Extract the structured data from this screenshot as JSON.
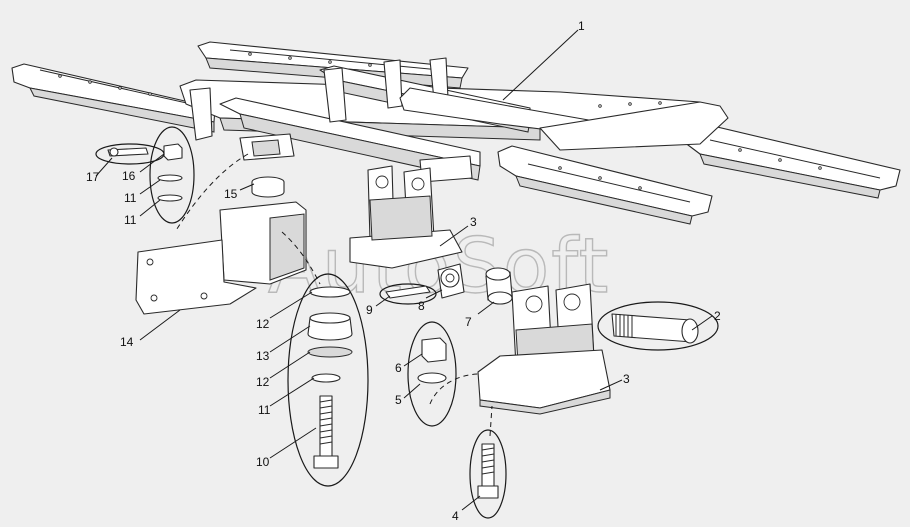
{
  "watermark": "AutoSoft",
  "callouts": [
    {
      "id": "c1",
      "text": "1"
    },
    {
      "id": "c2",
      "text": "2"
    },
    {
      "id": "c3a",
      "text": "3"
    },
    {
      "id": "c3b",
      "text": "3"
    },
    {
      "id": "c4",
      "text": "4"
    },
    {
      "id": "c5",
      "text": "5"
    },
    {
      "id": "c6",
      "text": "6"
    },
    {
      "id": "c7",
      "text": "7"
    },
    {
      "id": "c8",
      "text": "8"
    },
    {
      "id": "c9",
      "text": "9"
    },
    {
      "id": "c10",
      "text": "10"
    },
    {
      "id": "c11a",
      "text": "11"
    },
    {
      "id": "c11b",
      "text": "11"
    },
    {
      "id": "c11c",
      "text": "11"
    },
    {
      "id": "c12a",
      "text": "12"
    },
    {
      "id": "c12b",
      "text": "12"
    },
    {
      "id": "c13",
      "text": "13"
    },
    {
      "id": "c14",
      "text": "14"
    },
    {
      "id": "c15",
      "text": "15"
    },
    {
      "id": "c16",
      "text": "16"
    },
    {
      "id": "c17",
      "text": "17"
    }
  ],
  "colors": {
    "background": "#efefef",
    "ink": "#2a2a2a",
    "watermark": "#b9b9b9"
  }
}
